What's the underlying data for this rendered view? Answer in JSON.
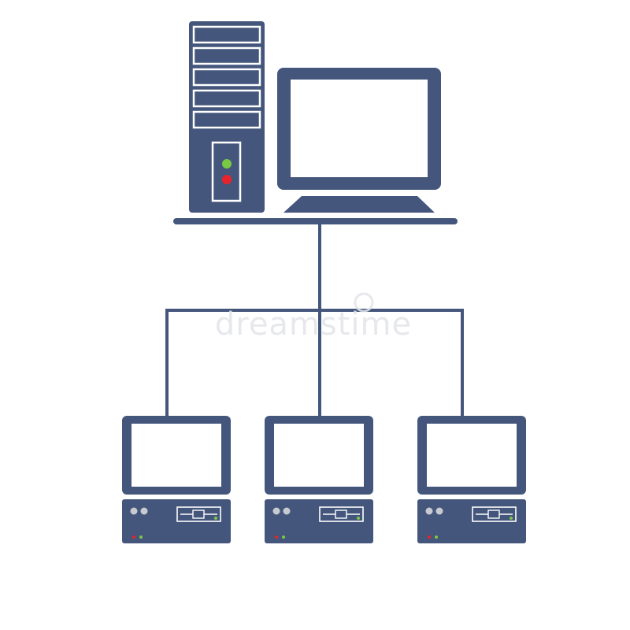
{
  "diagram": {
    "type": "network-topology",
    "nodes": [
      {
        "id": "server",
        "kind": "server-workstation",
        "parts": [
          "tower",
          "monitor"
        ]
      },
      {
        "id": "client-1",
        "kind": "desktop-client"
      },
      {
        "id": "client-2",
        "kind": "desktop-client"
      },
      {
        "id": "client-3",
        "kind": "desktop-client"
      }
    ],
    "edges": [
      {
        "from": "server",
        "to": "client-1"
      },
      {
        "from": "server",
        "to": "client-2"
      },
      {
        "from": "server",
        "to": "client-3"
      }
    ],
    "colors": {
      "device": "#44567c",
      "screen": "#ffffff",
      "led_green": "#7ac943",
      "led_red": "#e8242a",
      "background": "#ffffff"
    }
  },
  "watermark": {
    "text": "dreamstime",
    "symbol": "©",
    "color": "#e3e5e9"
  }
}
